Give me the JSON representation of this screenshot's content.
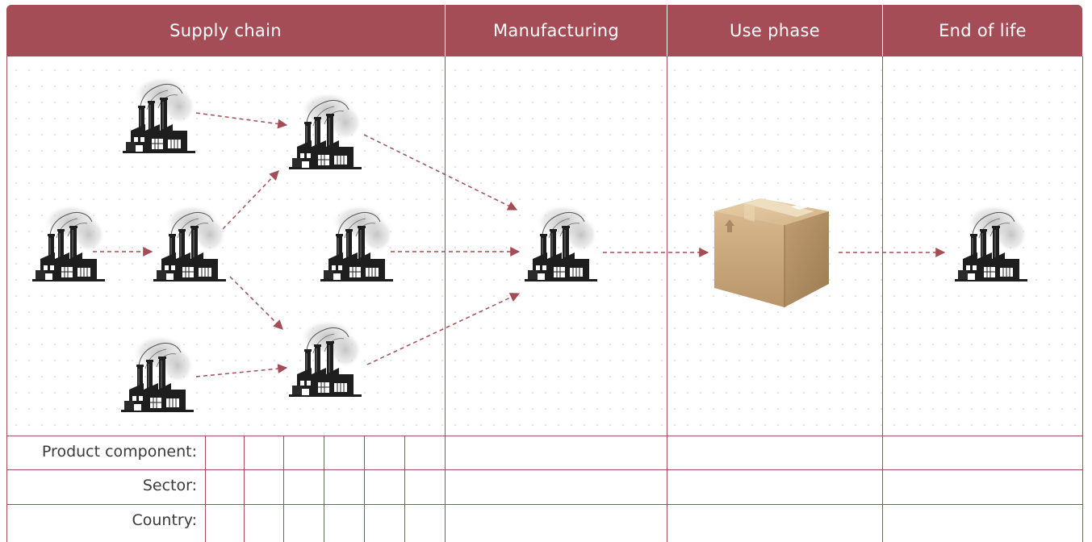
{
  "columns": [
    {
      "id": "supply-chain",
      "label": "Supply chain"
    },
    {
      "id": "manufacturing",
      "label": "Manufacturing"
    },
    {
      "id": "use-phase",
      "label": "Use phase"
    },
    {
      "id": "end-of-life",
      "label": "End of life"
    }
  ],
  "rows": [
    {
      "id": "product-component",
      "label": "Product component:"
    },
    {
      "id": "sector",
      "label": "Sector:"
    },
    {
      "id": "country",
      "label": "Country:"
    }
  ],
  "nodes": [
    {
      "id": "factory-s1",
      "type": "factory-icon",
      "stage": "supply-chain"
    },
    {
      "id": "factory-s2",
      "type": "factory-icon",
      "stage": "supply-chain"
    },
    {
      "id": "factory-s3",
      "type": "factory-icon",
      "stage": "supply-chain"
    },
    {
      "id": "factory-s4",
      "type": "factory-icon",
      "stage": "supply-chain"
    },
    {
      "id": "factory-s5",
      "type": "factory-icon",
      "stage": "supply-chain"
    },
    {
      "id": "factory-s6",
      "type": "factory-icon",
      "stage": "supply-chain"
    },
    {
      "id": "factory-s7",
      "type": "factory-icon",
      "stage": "supply-chain"
    },
    {
      "id": "factory-manufacturing",
      "type": "factory-icon",
      "stage": "manufacturing"
    },
    {
      "id": "product-box",
      "type": "box-icon",
      "stage": "use-phase"
    },
    {
      "id": "factory-end-of-life",
      "type": "factory-icon",
      "stage": "end-of-life"
    }
  ],
  "edges": [
    {
      "from": "factory-s1",
      "to": "factory-s2"
    },
    {
      "from": "factory-s3",
      "to": "factory-s4"
    },
    {
      "from": "factory-s4",
      "to": "factory-s2"
    },
    {
      "from": "factory-s4",
      "to": "factory-s6"
    },
    {
      "from": "factory-s7",
      "to": "factory-s6"
    },
    {
      "from": "factory-s2",
      "to": "factory-manufacturing"
    },
    {
      "from": "factory-s5",
      "to": "factory-manufacturing"
    },
    {
      "from": "factory-s6",
      "to": "factory-manufacturing"
    },
    {
      "from": "factory-manufacturing",
      "to": "product-box"
    },
    {
      "from": "product-box",
      "to": "factory-end-of-life"
    }
  ],
  "colors": {
    "accent": "#a54d57",
    "header_text": "#ffffff",
    "label_text": "#3a3a3a",
    "factory": "#1e1e1e",
    "box": "#c8a67d"
  }
}
